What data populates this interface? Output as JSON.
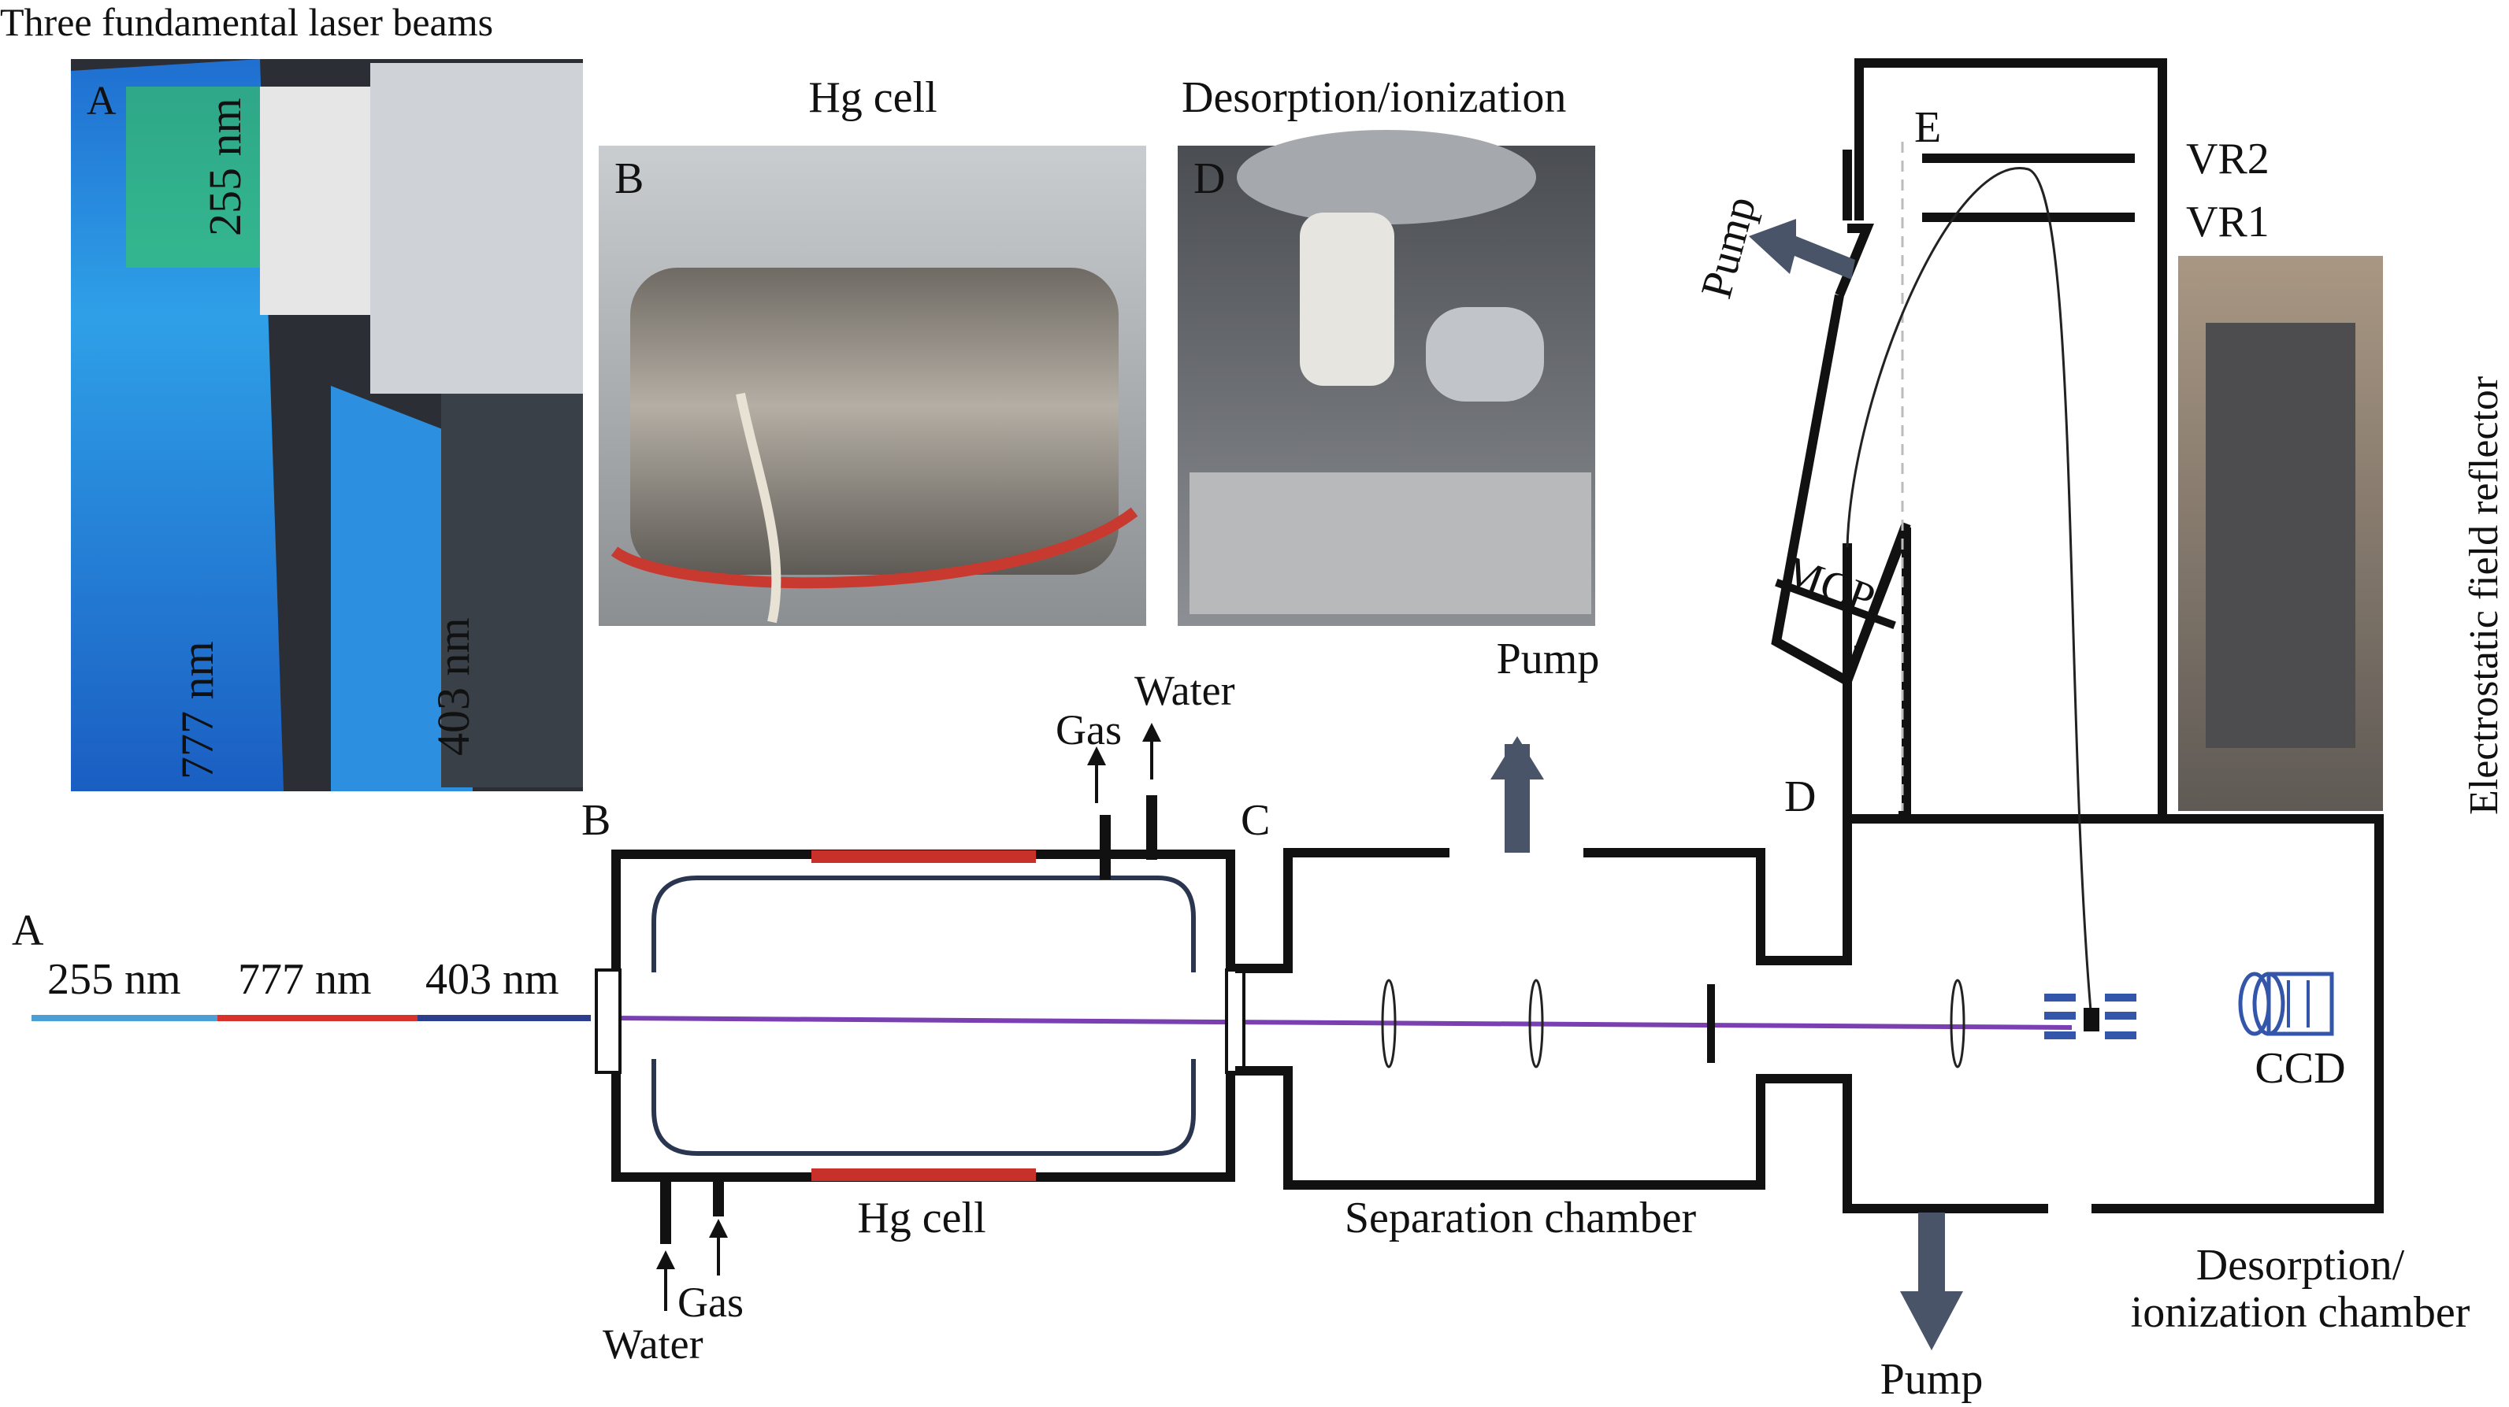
{
  "photos": {
    "lasers": {
      "caption": "Three fundamental laser beams",
      "panel_letter": "A",
      "beam_labels": [
        "255 nm",
        "777 nm",
        "403 nm"
      ]
    },
    "hg_cell": {
      "caption": "Hg cell",
      "panel_letter": "B"
    },
    "desorption": {
      "caption": "Desorption/ionization",
      "panel_letter": "D"
    },
    "reflector": {
      "caption": "Electrostatic field reflector"
    }
  },
  "beam": {
    "point_label": "A",
    "segments": [
      {
        "label": "255 nm",
        "color": "#4a9fd4"
      },
      {
        "label": "777 nm",
        "color": "#d9322b"
      },
      {
        "label": "403 nm",
        "color": "#2c3f8f"
      }
    ],
    "main_beam_color": "#7a3fb0"
  },
  "hg_cell": {
    "point_label": "B",
    "title": "Hg cell",
    "gas_top": "Gas",
    "water_top": "Water",
    "gas_bottom": "Gas",
    "water_bottom": "Water",
    "heater_color": "#c8302a",
    "inner_wall_color": "#2a3550"
  },
  "separation": {
    "point_label": "C",
    "title": "Separation chamber",
    "pump_label": "Pump"
  },
  "desorption_chamber": {
    "point_label": "D",
    "title_line1": "Desorption/",
    "title_line2": "ionization chamber",
    "pump_bottom_label": "Pump",
    "pump_side_label": "Pump",
    "point_e_label": "E",
    "vr2_label": "VR2",
    "vr1_label": "VR1",
    "mcp_label": "MCP",
    "ccd_label": "CCD",
    "sample_color": "#3355aa",
    "arrow_color": "#4a5468"
  }
}
